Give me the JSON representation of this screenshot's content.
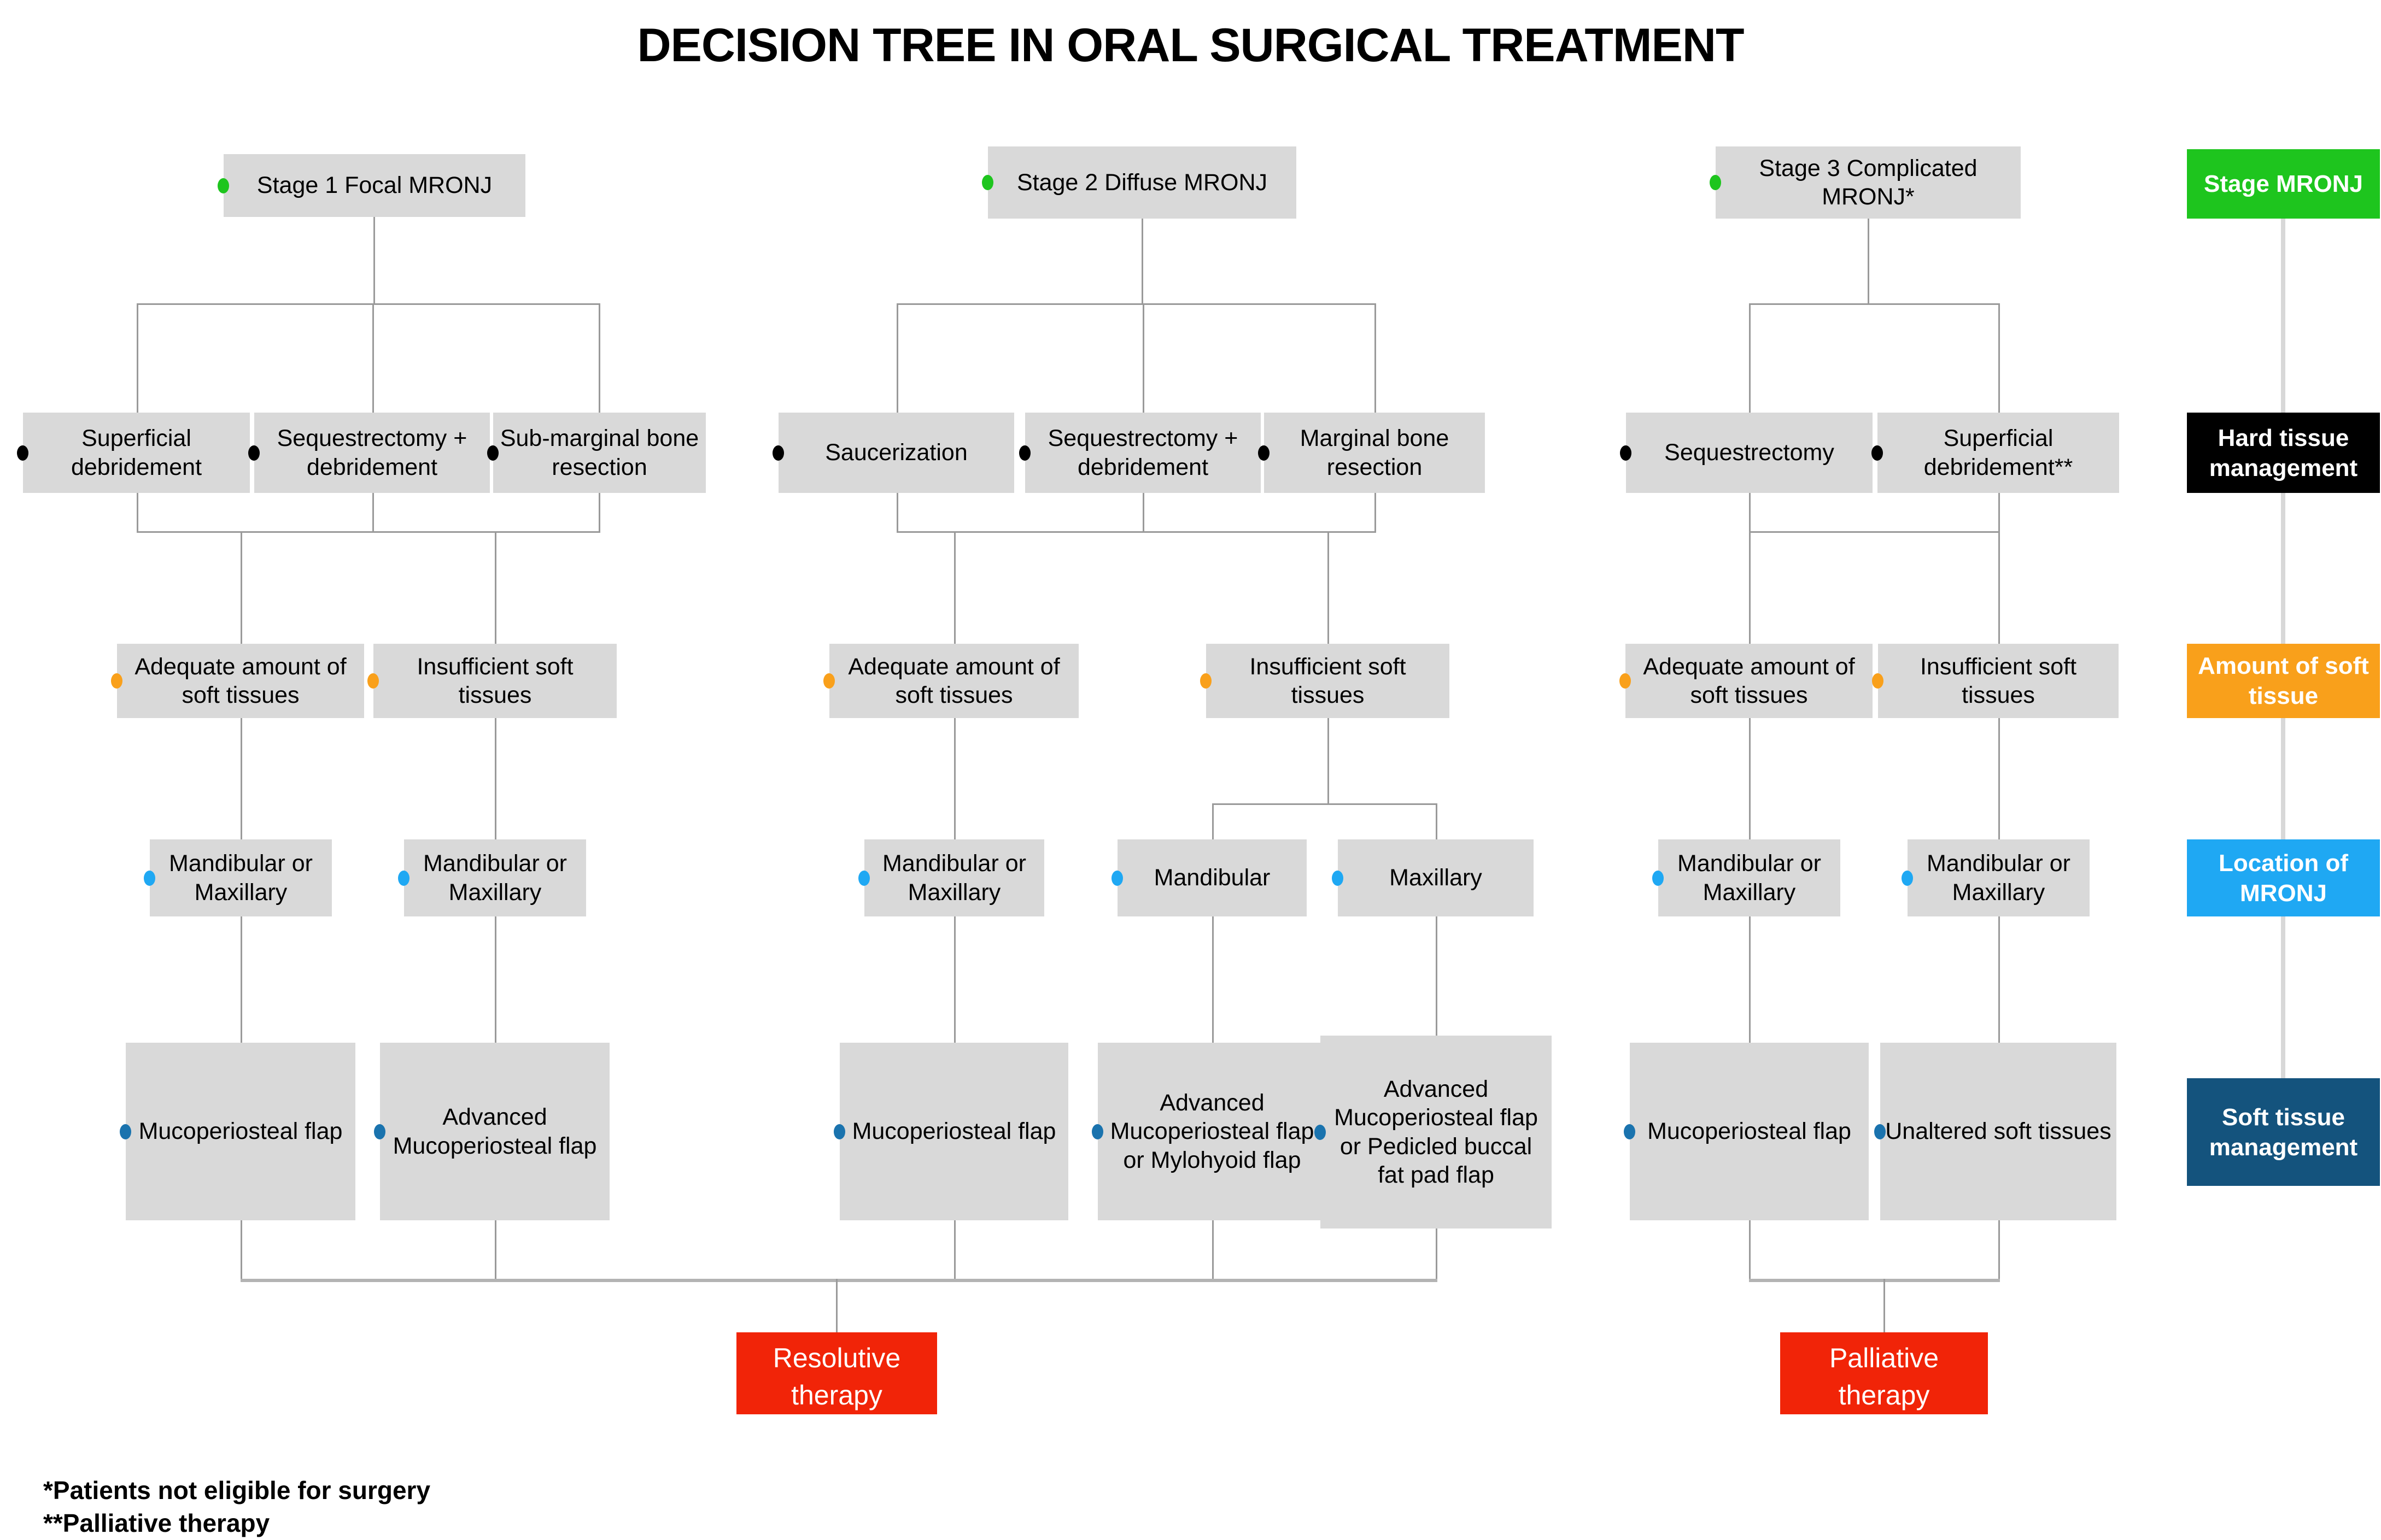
{
  "title": "DECISION TREE IN ORAL SURGICAL TREATMENT",
  "stages": [
    {
      "header": "Stage 1 Focal MRONJ",
      "hard": [
        "Superficial debridement",
        "Sequestrectomy + debridement",
        "Sub-marginal bone resection"
      ],
      "amount": [
        "Adequate amount of soft tissues",
        "Insufficient soft tissues"
      ],
      "location": [
        "Mandibular or Maxillary",
        "Mandibular or Maxillary"
      ],
      "soft": [
        "Mucoperiosteal flap",
        "Advanced Mucoperiosteal flap"
      ]
    },
    {
      "header": "Stage 2 Diffuse MRONJ",
      "hard": [
        "Saucerization",
        "Sequestrectomy + debridement",
        "Marginal bone resection"
      ],
      "amount": [
        "Adequate amount of soft tissues",
        "Insufficient soft tissues"
      ],
      "location": [
        "Mandibular or Maxillary",
        "Mandibular",
        "Maxillary"
      ],
      "soft": [
        "Mucoperiosteal flap",
        "Advanced Mucoperiosteal flap or Mylohyoid flap",
        "Advanced Mucoperiosteal flap or Pedicled buccal fat pad flap"
      ]
    },
    {
      "header": "Stage 3 Complicated MRONJ*",
      "hard": [
        "Sequestrectomy",
        "Superficial debridement**"
      ],
      "amount": [
        "Adequate amount of soft tissues",
        "Insufficient soft tissues"
      ],
      "location": [
        "Mandibular or Maxillary",
        "Mandibular or Maxillary"
      ],
      "soft": [
        "Mucoperiosteal flap",
        "Unaltered soft tissues"
      ]
    }
  ],
  "therapies": {
    "resolutive": "Resolutive therapy",
    "palliative": "Palliative therapy"
  },
  "legend": [
    {
      "label": "Stage MRONJ",
      "color": "#1ec51e"
    },
    {
      "label": "Hard tissue management",
      "color": "#000000"
    },
    {
      "label": "Amount of soft tissue",
      "color": "#f9a01b"
    },
    {
      "label": "Location of MRONJ",
      "color": "#1fa8f3"
    },
    {
      "label": "Soft tissue management",
      "color": "#14537d"
    }
  ],
  "footnotes": [
    "*Patients not eligible for surgery",
    "**Palliative therapy"
  ],
  "dot_colors": {
    "stage": "#1ec51e",
    "hard": "#000000",
    "amount": "#f9a01b",
    "location": "#1fa8f3",
    "soft": "#1a73ae"
  },
  "node_fill": "#d9d9d9",
  "therapy_fill": "#f12408"
}
